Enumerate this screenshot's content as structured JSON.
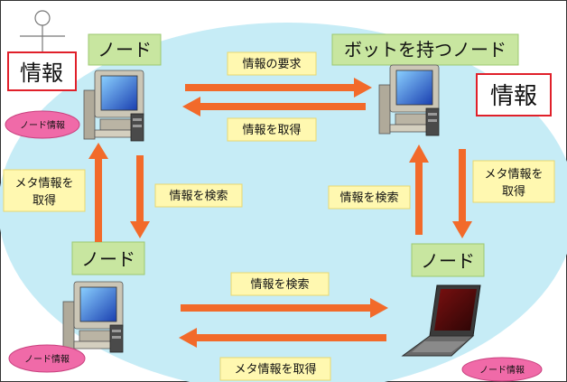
{
  "nodes": {
    "top_left": "ノード",
    "top_right": "ボットを持つノード",
    "bottom_left": "ノード",
    "bottom_right": "ノード"
  },
  "info_boxes": {
    "left": "情報",
    "right": "情報"
  },
  "ellipses": {
    "top_left": "ノード情報",
    "bottom_left": "ノード情報",
    "bottom_right": "ノード情報"
  },
  "arrows": {
    "request_info": "情報の要求",
    "get_info": "情報を取得",
    "search_left": "情報を検索",
    "search_right": "情報を検索",
    "search_bottom": "情報を検索",
    "get_meta_bottom": "メタ情報を取得",
    "get_meta_left": [
      "メタ情報を",
      "取得"
    ],
    "get_meta_right": [
      "メタ情報を",
      "取得"
    ]
  },
  "colors": {
    "cloud": "#c6ecf6",
    "node_box": "#c8e6a0",
    "label_box": "#fff8b0",
    "arrow": "#f26a2a",
    "ellipse": "#f06aa8",
    "info_border": "#e0202a"
  }
}
